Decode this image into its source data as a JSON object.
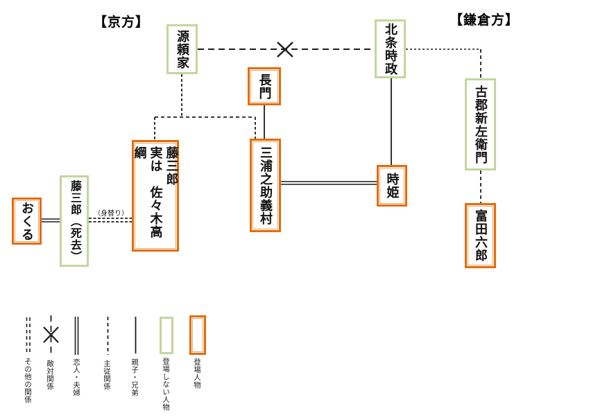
{
  "titles": {
    "kyoto": "【京方】",
    "kamakura": "【鎌倉方】"
  },
  "colors": {
    "appearing_border": "#e36c09",
    "appearing_inner": "#eaa55d",
    "non_appearing_border": "#c3d69b",
    "line": "#1c1c1c"
  },
  "nodes": {
    "yoriie": {
      "label": "源頼家",
      "type": "non-appearing"
    },
    "nagato": {
      "label": "長門",
      "type": "appearing"
    },
    "tokimasa": {
      "label": "北条時政",
      "type": "non-appearing"
    },
    "kogori": {
      "label": "古郡新左衛門",
      "type": "non-appearing"
    },
    "tomita": {
      "label": "富田六郎",
      "type": "appearing"
    },
    "miuranosuke": {
      "label": "三浦之助義村",
      "type": "appearing"
    },
    "tokihime": {
      "label": "時姫",
      "type": "appearing"
    },
    "takatsuna": {
      "label": "藤三郎\n実は　佐々木高綱",
      "type": "appearing"
    },
    "okuru": {
      "label": "おくる",
      "type": "appearing"
    },
    "tozaburo": {
      "label": "藤三郎（死去）",
      "type": "non-appearing"
    }
  },
  "annotations": {
    "migawari": "（身替り）"
  },
  "edges": [
    {
      "from": "源頼家",
      "to": "北条時政",
      "type": "敵対関係"
    },
    {
      "from": "源頼家",
      "to": "藤三郎実は佐々木高綱",
      "type": "主従関係"
    },
    {
      "from": "源頼家",
      "to": "三浦之助義村",
      "type": "主従関係"
    },
    {
      "from": "北条時政",
      "to": "古郡新左衛門",
      "type": "主従関係"
    },
    {
      "from": "北条時政",
      "to": "時姫",
      "type": "親子・兄弟"
    },
    {
      "from": "長門",
      "to": "三浦之助義村",
      "type": "親子・兄弟"
    },
    {
      "from": "三浦之助義村",
      "to": "時姫",
      "type": "恋人・夫婦"
    },
    {
      "from": "おくる",
      "to": "藤三郎（死去）",
      "type": "恋人・夫婦"
    },
    {
      "from": "藤三郎（死去）",
      "to": "藤三郎実は佐々木高綱",
      "type": "その他の関係",
      "note": "（身替り）"
    },
    {
      "from": "古郡新左衛門",
      "to": "富田六郎",
      "type": "主従関係"
    }
  ],
  "legend": {
    "items": [
      {
        "label": "その他の関係",
        "symbol": "other-relation"
      },
      {
        "label": "敵対関係",
        "symbol": "hostile-relation"
      },
      {
        "label": "恋人・夫婦",
        "symbol": "lovers-couple"
      },
      {
        "label": "主従関係",
        "symbol": "master-servant"
      },
      {
        "label": "親子・兄弟",
        "symbol": "parent-child-sibling"
      },
      {
        "label": "登場しない人物",
        "symbol": "non-appearing-person"
      },
      {
        "label": "登場人物",
        "symbol": "appearing-person"
      }
    ]
  }
}
